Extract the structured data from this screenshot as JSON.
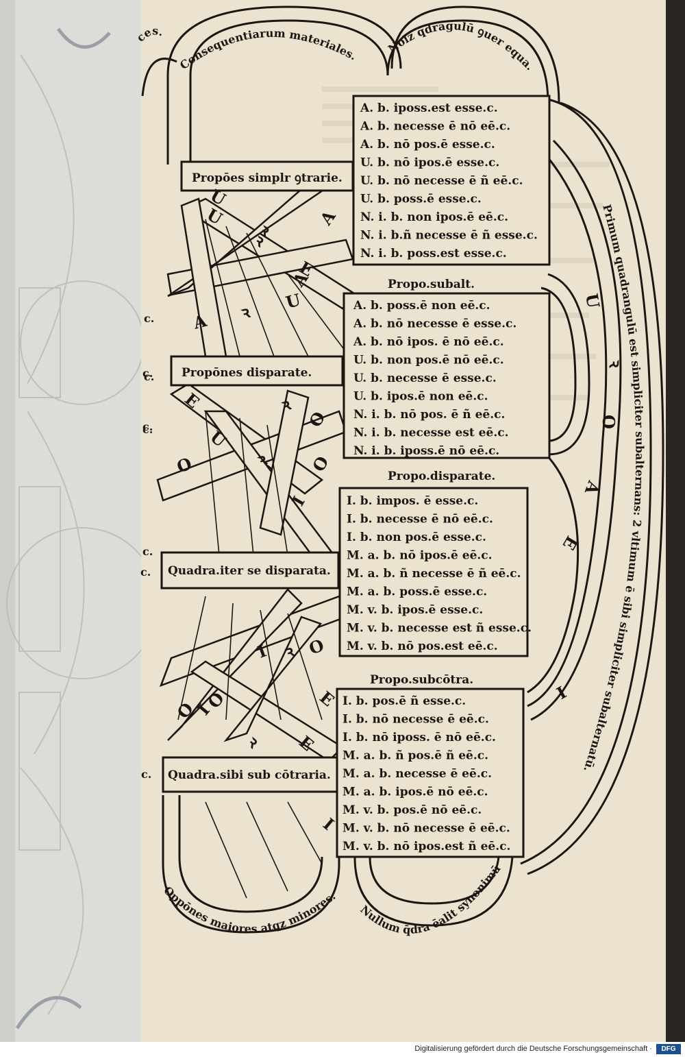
{
  "arc_labels": {
    "top_left_fragment": "ces.",
    "top_left": "Consequentiarum materiales.",
    "top_right": "Nolz q̄drāgulū ꝯuer equa.",
    "right_outer": "Primum quadrangulū est simpliciter subalternans: 2 vltimum ē sibi simpliciter subalternatū.",
    "bottom_left": "Oppōnes maiores atqz minores.",
    "bottom_right": "Nullum q̄dra ēalit synonimū"
  },
  "row_labels": [
    "Propōes simplr ꝯtrarie.",
    "Propōnes disparate.",
    "Quadra.iter se disparata.",
    "Quadra.sibi sub cōtraria."
  ],
  "table_headers": [
    "Propo.subalt.",
    "Propo.disparate.",
    "Propo.subcōtra."
  ],
  "tables": [
    {
      "rows": [
        "A. b. iposs.est esse.c.",
        "A. b. necesse ē nō eē.c.",
        "A. b. nō pos.ē esse.c.",
        "U. b. nō ipos.ē esse.c.",
        "U. b. nō necesse ē ñ eē.c.",
        "U. b. poss.ē esse.c.",
        "N. i. b. non ipos.ē eē.c.",
        "N. i. b.ñ necesse ē ñ esse.c.",
        "N. i. b. poss.est esse.c."
      ]
    },
    {
      "rows": [
        "A. b. poss.ē non eē.c.",
        "A. b. nō necesse ē esse.c.",
        "A. b. nō ipos. ē nō eē.c.",
        "U. b. non pos.ē nō eē.c.",
        "U. b. necesse ē esse.c.",
        "U. b. ipos.ē non eē.c.",
        "N. i. b. nō pos. ē ñ eē.c.",
        "N. i. b. necesse est eē.c.",
        "N. i. b. iposs.ē nō eē.c."
      ]
    },
    {
      "rows": [
        "I. b. impos. ē esse.c.",
        "I. b. necesse ē nō eē.c.",
        "I. b. non pos.ē esse.c.",
        "M. a. b. nō ipos.ē eē.c.",
        "M. a. b. ñ necesse ē ñ eē.c.",
        "M. a. b. poss.ē esse.c.",
        "M. v. b. ipos.ē esse.c.",
        "M. v. b. necesse est ñ esse.c.",
        "M. v. b. nō pos.est eē.c."
      ]
    },
    {
      "rows": [
        "I. b. pos.ē ñ esse.c.",
        "I. b. nō necesse ē eē.c.",
        "I. b. nō iposs. ē nō eē.c.",
        "M. a. b. ñ pos.ē ñ eē.c.",
        "M. a. b. necesse ē eē.c.",
        "M. a. b. ipos.ē nō eē.c.",
        "M. v. b. pos.ē nō eē.c.",
        "M. v. b. nō necesse ē eē.c.",
        "M. v. b. nō ipos.est ñ eē.c."
      ]
    }
  ],
  "vowels": {
    "band1": [
      "U",
      "ꝛ",
      "E",
      "A"
    ],
    "band2": [
      "A",
      "ꝛ",
      "U"
    ],
    "band3": [
      "U",
      "ꝛ",
      "A"
    ],
    "band4": [
      "E",
      "U",
      "ꝛ",
      "O"
    ],
    "band5": [
      "O",
      "ꝛ",
      "I",
      "O"
    ],
    "band6": [
      "I",
      "ꝛ",
      "O",
      "E"
    ],
    "band7": [
      "O",
      "O",
      "ꝛ",
      "I",
      "E"
    ],
    "band8": [
      "I"
    ],
    "right_arc": [
      "U",
      "ꝛ",
      "O",
      "A",
      "E",
      "I"
    ]
  },
  "left_margin_marks": [
    "c.",
    "c.",
    "c.",
    "c.",
    "c.",
    "c.",
    "c.",
    "c."
  ],
  "footer": {
    "text": "Digitalisierung gefördert durch die Deutsche Forschungsgemeinschaft ·",
    "logo": "DFG"
  },
  "colors": {
    "paper": "#ebe3cf",
    "ink": "#1a1612",
    "left_page": "#dcdcd8",
    "background": "#1b1b1b",
    "dfg_blue": "#1d4f93"
  }
}
